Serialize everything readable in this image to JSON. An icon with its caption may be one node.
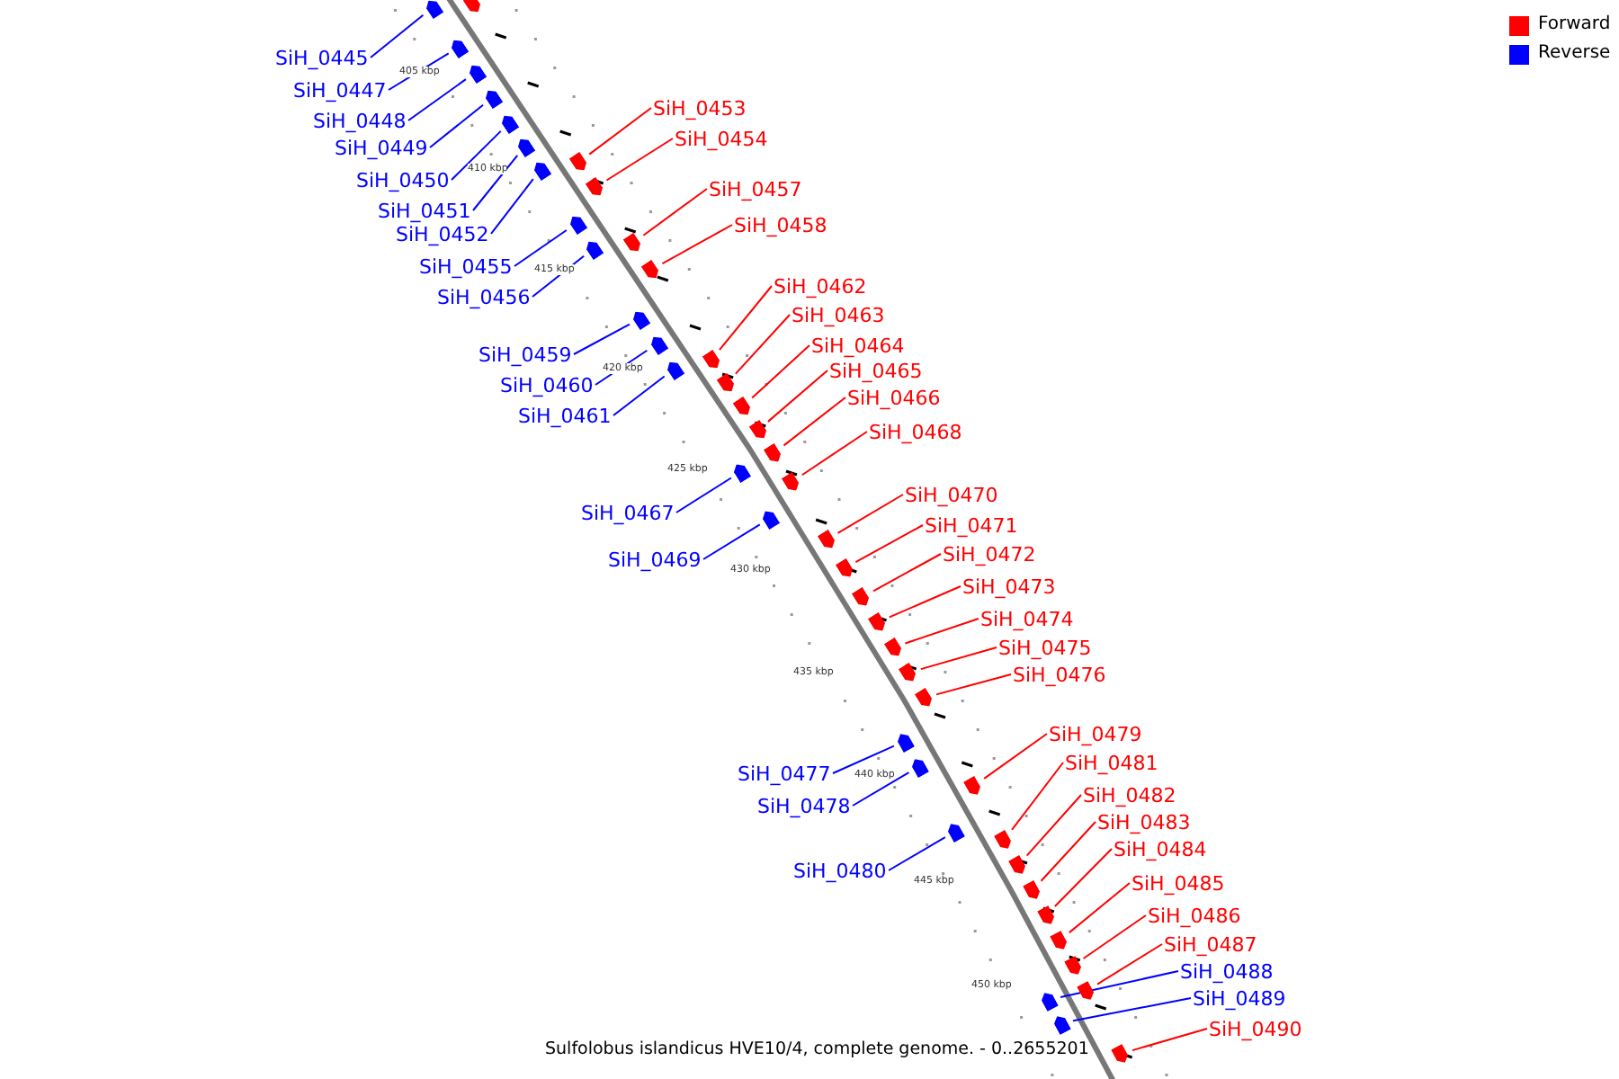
{
  "diagram": {
    "caption": "Sulfolobus islandicus HVE10/4, complete genome. - 0..2655201",
    "nodes": [
      {
        "text": [],
        "shape": "bar"
      },
      {
        "text": [
          "SiH_0445"
        ]
      },
      {
        "text": [],
        "shape": "bar"
      },
      {
        "text": [
          "SiH_0447"
        ]
      },
      {
        "text": [],
        "shape": "bar"
      },
      {
        "text": [
          "SiH_0453"
        ]
      },
      {
        "text": [],
        "shape": "bar"
      },
      {
        "text": [
          "SiH_0448"
        ]
      },
      {
        "text": [],
        "shape": "bar"
      },
      {
        "text": [
          "SiH_0454"
        ]
      },
      {
        "text": [],
        "shape": "bar"
      },
      {
        "text": [
          "SiH_0449"
        ]
      },
      {
        "text": [],
        "shape": "bar"
      },
      {
        "text": [
          "SiH_0450"
        ]
      },
      {
        "text": [],
        "shape": "bar"
      },
      {
        "text": [
          "SiH_0457"
        ]
      },
      {
        "text": [],
        "shape": "bar"
      },
      {
        "text": [
          "SiH_0451"
        ]
      },
      {
        "text": [],
        "shape": "bar"
      },
      {
        "text": [
          "SiH_0458"
        ]
      },
      {
        "text": [],
        "shape": "bar"
      },
      {
        "text": [
          "SiH_0452"
        ]
      },
      {
        "text": [],
        "shape": "bar"
      },
      {
        "text": [
          "SiH_0455"
        ]
      },
      {
        "text": [],
        "shape": "bar"
      },
      {
        "text": [
          "SiH_0462"
        ]
      },
      {
        "text": [],
        "shape": "bar"
      },
      {
        "text": [
          "SiH_0456"
        ]
      },
      {
        "text": [],
        "shape": "bar"
      },
      {
        "text": [
          "SiH_0463"
        ]
      },
      {
        "text": [],
        "shape": "bar"
      },
      {
        "text": [
          "SiH_0464"
        ]
      },
      {
        "text": [],
        "shape": "bar"
      },
      {
        "text": [
          "SiH_0459"
        ]
      },
      {
        "text": [],
        "shape": "bar"
      },
      {
        "text": [
          "SiH_0465"
        ]
      },
      {
        "text": [],
        "shape": "bar"
      },
      {
        "text": [
          "SiH_0460"
        ]
      },
      {
        "text": [],
        "shape": "bar"
      },
      {
        "text": [
          "SiH_0466"
        ]
      },
      {
        "text": [],
        "shape": "bar"
      },
      {
        "text": [
          "SiH_0461"
        ]
      },
      {
        "text": [],
        "shape": "bar"
      },
      {
        "text": [
          "SiH_0468"
        ]
      },
      {
        "text": [],
        "shape": "bar"
      },
      {
        "text": [
          "SiH_0470"
        ]
      },
      {
        "text": [],
        "shape": "bar"
      },
      {
        "text": [
          "SiH_0467"
        ]
      },
      {
        "text": [],
        "shape": "bar"
      },
      {
        "text": [
          "SiH_0471"
        ]
      },
      {
        "text": [],
        "shape": "bar"
      },
      {
        "text": [
          "SiH_0472"
        ]
      },
      {
        "text": [],
        "shape": "bar"
      },
      {
        "text": [
          "SiH_0469"
        ]
      },
      {
        "text": [],
        "shape": "bar"
      },
      {
        "text": [
          "SiH_0473"
        ]
      },
      {
        "text": [],
        "shape": "bar"
      },
      {
        "text": [
          "SiH_0474"
        ]
      },
      {
        "text": [],
        "shape": "bar"
      },
      {
        "text": [
          "SiH_0475"
        ]
      },
      {
        "text": [],
        "shape": "bar"
      },
      {
        "text": [
          "SiH_0476"
        ]
      },
      {
        "text": [],
        "shape": "bar"
      },
      {
        "text": [
          "SiH_0479"
        ]
      },
      {
        "text": [],
        "shape": "bar"
      },
      {
        "text": [
          "SiH_0481"
        ]
      },
      {
        "text": [],
        "shape": "bar"
      },
      {
        "text": [
          "SiH_0477"
        ]
      },
      {
        "text": [],
        "shape": "bar"
      },
      {
        "text": [
          "SiH_0482"
        ]
      },
      {
        "text": [],
        "shape": "bar"
      },
      {
        "text": [
          "SiH_0478"
        ]
      },
      {
        "text": [],
        "shape": "bar"
      },
      {
        "text": [
          "SiH_0483"
        ]
      },
      {
        "text": [],
        "shape": "bar"
      },
      {
        "text": [
          "SiH_0484"
        ]
      },
      {
        "text": [],
        "shape": "bar"
      },
      {
        "text": [
          "SiH_0480"
        ]
      },
      {
        "text": [],
        "shape": "bar"
      },
      {
        "text": [
          "SiH_0485"
        ]
      },
      {
        "text": [],
        "shape": "bar"
      },
      {
        "text": [
          "SiH_0486"
        ]
      },
      {
        "text": [],
        "shape": "bar"
      },
      {
        "text": [
          "SiH_0487"
        ]
      },
      {
        "text": [],
        "shape": "bar"
      },
      {
        "text": [
          "SiH_0488"
        ]
      },
      {
        "text": [],
        "shape": "bar"
      },
      {
        "text": [
          "SiH_0489"
        ]
      },
      {
        "text": [],
        "shape": "bar"
      },
      {
        "text": [
          "SiH_0490"
        ]
      },
      {
        "text": [],
        "shape": "bar"
      }
    ],
    "edges": [
      {
        "from": 1,
        "to": 2,
        "arrow": "none",
        "color": "#0000ff"
      },
      {
        "from": 3,
        "to": 4,
        "arrow": "none",
        "color": "#0000ff"
      },
      {
        "from": 5,
        "to": 6,
        "arrow": "none"
      },
      {
        "from": 7,
        "to": 8,
        "arrow": "none",
        "color": "#0000ff"
      },
      {
        "from": 9,
        "to": 10,
        "arrow": "none"
      },
      {
        "from": 11,
        "to": 12,
        "arrow": "none",
        "color": "#0000ff"
      },
      {
        "from": 13,
        "to": 14,
        "arrow": "none",
        "color": "#0000ff"
      },
      {
        "from": 15,
        "to": 16,
        "arrow": "none"
      },
      {
        "from": 17,
        "to": 18,
        "arrow": "none",
        "color": "#0000ff"
      },
      {
        "from": 19,
        "to": 20,
        "arrow": "none"
      },
      {
        "from": 21,
        "to": 22,
        "arrow": "none",
        "color": "#0000ff"
      },
      {
        "from": 23,
        "to": 24,
        "arrow": "none",
        "color": "#0000ff"
      },
      {
        "from": 25,
        "to": 26,
        "arrow": "none"
      },
      {
        "from": 27,
        "to": 28,
        "arrow": "none",
        "color": "#0000ff"
      },
      {
        "from": 29,
        "to": 30,
        "arrow": "none"
      },
      {
        "from": 31,
        "to": 32,
        "arrow": "none"
      },
      {
        "from": 33,
        "to": 34,
        "arrow": "none",
        "color": "#0000ff"
      },
      {
        "from": 35,
        "to": 36,
        "arrow": "none"
      },
      {
        "from": 37,
        "to": 38,
        "arrow": "none",
        "color": "#0000ff"
      },
      {
        "from": 39,
        "to": 40,
        "arrow": "none"
      },
      {
        "from": 41,
        "to": 42,
        "arrow": "none",
        "color": "#0000ff"
      },
      {
        "from": 43,
        "to": 44,
        "arrow": "none"
      },
      {
        "from": 45,
        "to": 46,
        "arrow": "none"
      },
      {
        "from": 47,
        "to": 48,
        "arrow": "none",
        "color": "#0000ff"
      },
      {
        "from": 49,
        "to": 50,
        "arrow": "none"
      },
      {
        "from": 51,
        "to": 52,
        "arrow": "none"
      },
      {
        "from": 53,
        "to": 54,
        "arrow": "none",
        "color": "#0000ff"
      },
      {
        "from": 55,
        "to": 56,
        "arrow": "none"
      },
      {
        "from": 57,
        "to": 58,
        "arrow": "none"
      },
      {
        "from": 59,
        "to": 60,
        "arrow": "none"
      },
      {
        "from": 61,
        "to": 62,
        "arrow": "none"
      },
      {
        "from": 63,
        "to": 64,
        "arrow": "none"
      },
      {
        "from": 65,
        "to": 66,
        "arrow": "none"
      },
      {
        "from": 67,
        "to": 68,
        "arrow": "none",
        "color": "#0000ff"
      },
      {
        "from": 69,
        "to": 70,
        "arrow": "none"
      },
      {
        "from": 71,
        "to": 72,
        "arrow": "none",
        "color": "#0000ff"
      },
      {
        "from": 73,
        "to": 74,
        "arrow": "none"
      },
      {
        "from": 75,
        "to": 76,
        "arrow": "none"
      },
      {
        "from": 77,
        "to": 78,
        "arrow": "none",
        "color": "#0000ff"
      },
      {
        "from": 79,
        "to": 80,
        "arrow": "none"
      },
      {
        "from": 81,
        "to": 82,
        "arrow": "none"
      },
      {
        "from": 83,
        "to": 84,
        "arrow": "none"
      },
      {
        "from": 85,
        "to": 86,
        "arrow": "none",
        "color": "#0000ff"
      },
      {
        "from": 87,
        "to": 88,
        "arrow": "none",
        "color": "#0000ff"
      },
      {
        "from": 89,
        "to": 90,
        "arrow": "none"
      }
    ],
    "labels": [
      "405 kbp",
      "410 kbp",
      "415 kbp",
      "420 kbp",
      "425 kbp",
      "430 kbp",
      "435 kbp",
      "440 kbp",
      "445 kbp",
      "450 kbp"
    ],
    "legend": [
      {
        "text": "Forward",
        "color": "#ff0000"
      },
      {
        "text": "Reverse",
        "color": "#0000ff"
      }
    ]
  }
}
